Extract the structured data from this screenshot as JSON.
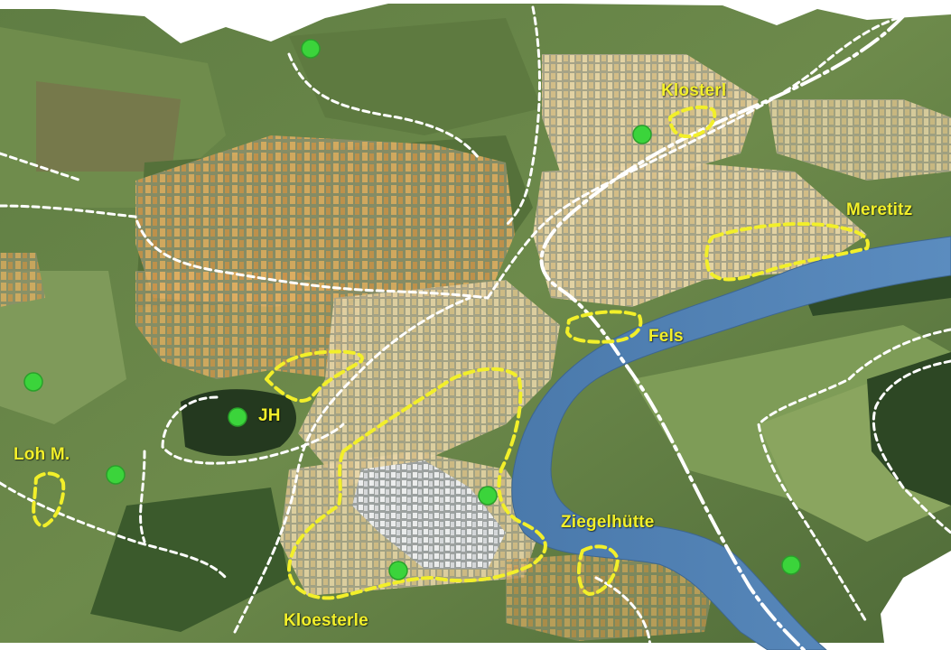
{
  "map": {
    "labels": {
      "klosterl": "Klosterl",
      "meretitz": "Meretitz",
      "fels": "Fels",
      "jh": "JH",
      "loh_m": "Loh M.",
      "ziegelhuette": "Ziegelhütte",
      "kloesterle": "Kloesterle"
    },
    "colors": {
      "marker_fill": "#3bd43b",
      "outline_dash": "#f2ef2a",
      "boundary_dash": "#ffffff",
      "river": "#4f7eb0",
      "forest": "#2f4a26",
      "meadow": "#6f8f4a",
      "building": "#d9a75a"
    }
  }
}
